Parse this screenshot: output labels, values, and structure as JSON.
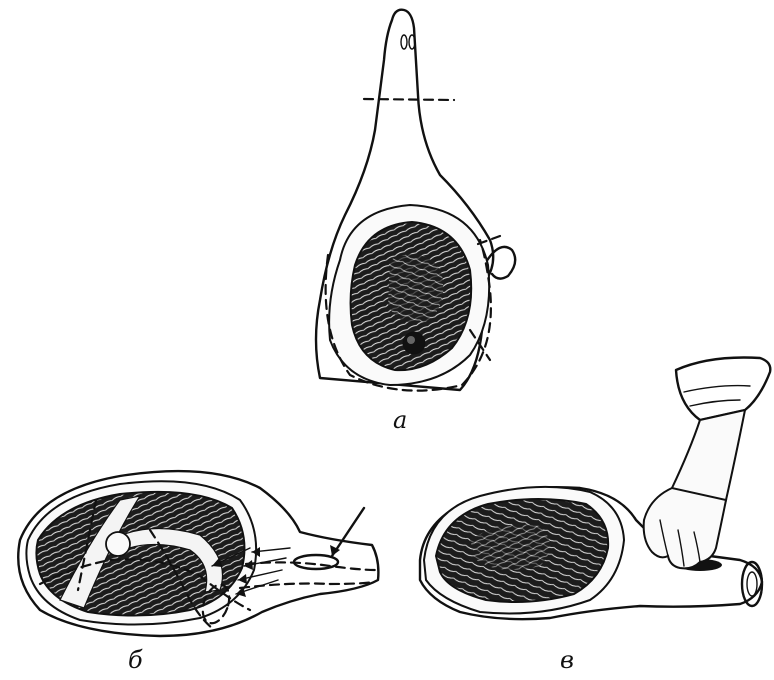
{
  "figures": [
    {
      "label": "а"
    },
    {
      "label": "б"
    },
    {
      "label": "в"
    }
  ],
  "colors": {
    "ink": "#111111",
    "paper": "#ffffff"
  }
}
